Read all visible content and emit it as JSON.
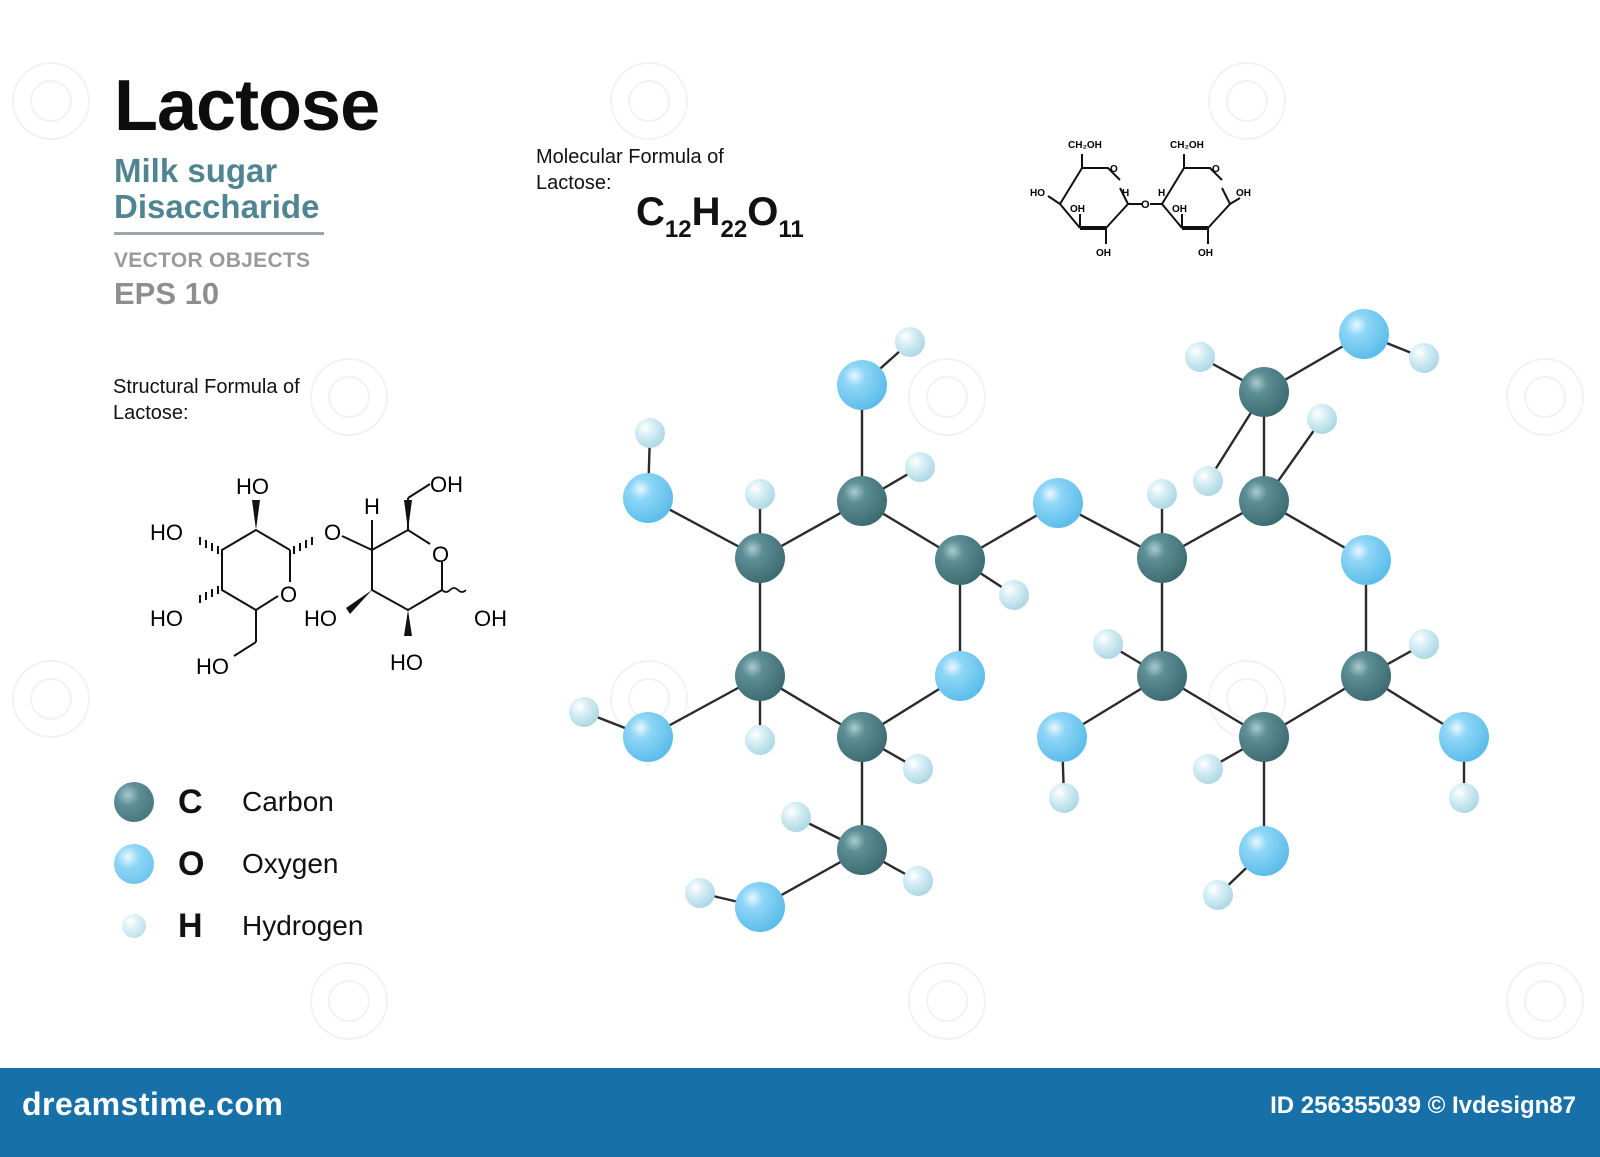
{
  "header": {
    "title": "Lactose",
    "subtitle_line1": "Milk sugar",
    "subtitle_line2": "Disaccharide",
    "vector_objects": "VECTOR OBJECTS",
    "eps": "EPS 10"
  },
  "molecular": {
    "caption_line1": "Molecular Formula of",
    "caption_line2": "Lactose:",
    "formula_parts": [
      {
        "el": "C",
        "n": "12"
      },
      {
        "el": "H",
        "n": "22"
      },
      {
        "el": "O",
        "n": "11"
      }
    ]
  },
  "structural": {
    "caption_line1": "Structural  Formula of",
    "caption_line2": "Lactose:",
    "labels": {
      "ho_top": "HO",
      "ho_left_upper": "HO",
      "ho_left_lower": "HO",
      "ho_bottom_ch2": "HO",
      "o_ring_left": "O",
      "o_bridge": "O",
      "h_bridge": "H",
      "oh_top_right": "OH",
      "o_ring_right": "O",
      "ho_right_lower": "HO",
      "oh_right_end": "OH",
      "ho_bottom_right": "HO"
    }
  },
  "haworth": {
    "ch2oh_left": "CH₂OH",
    "ch2oh_right": "CH₂OH",
    "ho_left": "HO",
    "h_left": "H",
    "o_bridge": "O",
    "h_right": "H",
    "oh_right": "OH",
    "oh_ring_left": "OH",
    "oh_ring_right": "OH",
    "oh_bottom_left": "OH",
    "oh_bottom_right": "OH",
    "o_ring_left": "O",
    "o_ring_right": "O"
  },
  "legend": [
    {
      "symbol": "C",
      "name": "Carbon",
      "color": "#4d7f86"
    },
    {
      "symbol": "O",
      "name": "Oxygen",
      "color": "#7dcdf3"
    },
    {
      "symbol": "H",
      "name": "Hydrogen",
      "color": "#cdebf3"
    }
  ],
  "footer": {
    "logo": "dreamstime.com",
    "id_text": "ID 256355039 © Ivdesign87"
  }
}
